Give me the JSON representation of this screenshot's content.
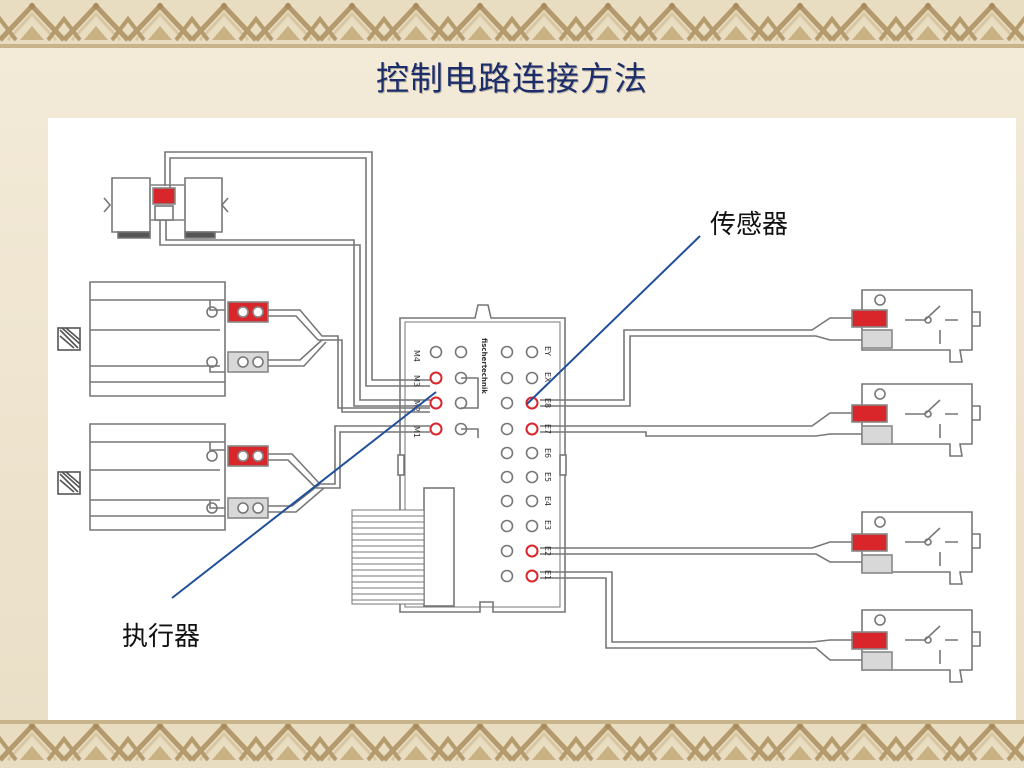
{
  "slide": {
    "title": "控制电路连接方法"
  },
  "diagram": {
    "labels": {
      "sensor": "传感器",
      "actuator": "执行器"
    },
    "interface_brand": "fischertechnik",
    "output_terminals": [
      "M4",
      "M3",
      "M2",
      "M1"
    ],
    "input_terminals": [
      "EY",
      "EX",
      "E8",
      "E7",
      "E6",
      "E5",
      "E4",
      "E3",
      "E2",
      "E1"
    ],
    "colors": {
      "accent_red": "#d8262b",
      "leader_line": "#1f4f9a",
      "wire": "#777777",
      "title_blue": "#1c2d6b"
    }
  }
}
